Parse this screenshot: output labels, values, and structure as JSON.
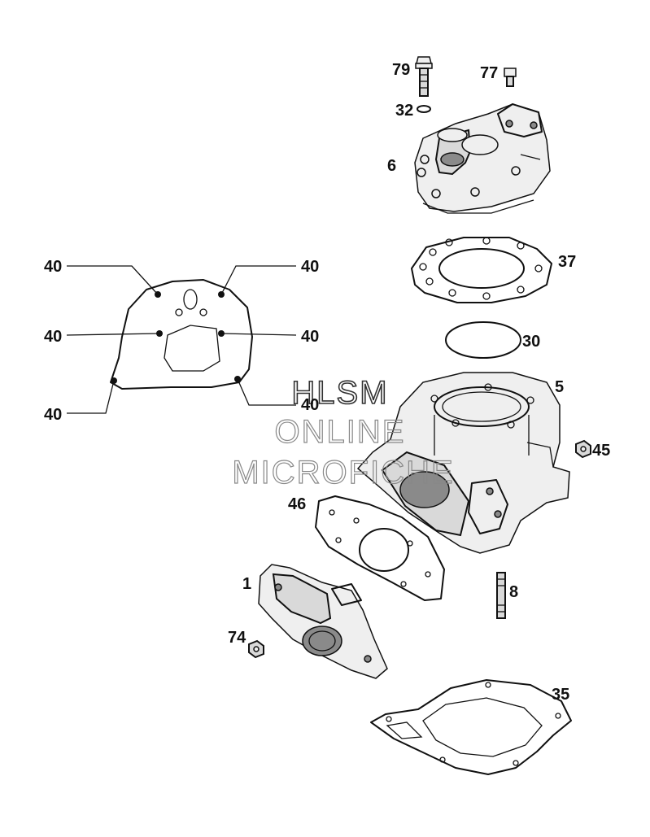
{
  "callouts": {
    "c79": "79",
    "c77": "77",
    "c32": "32",
    "c6": "6",
    "c37": "37",
    "c30": "30",
    "c5": "5",
    "c45": "45",
    "c46": "46",
    "c1": "1",
    "c8": "8",
    "c74": "74",
    "c35": "35",
    "c40": [
      "40",
      "40",
      "40",
      "40",
      "40",
      "40"
    ]
  },
  "watermark": {
    "line1": "HLSM",
    "line2": "ONLINE",
    "line3": "MICROFICHE"
  }
}
